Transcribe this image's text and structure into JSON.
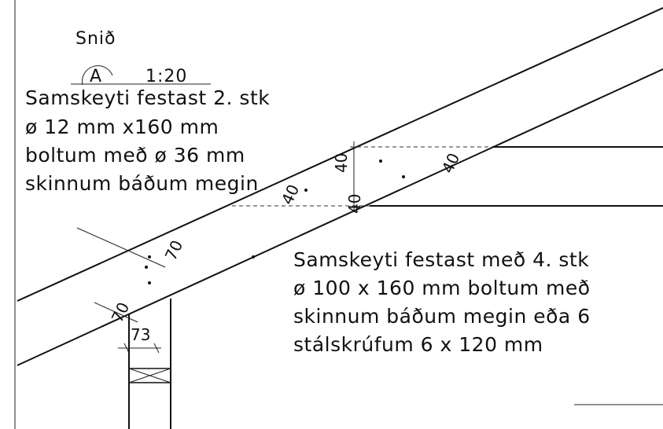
{
  "section_label": "Snið",
  "detail": {
    "marker": "A",
    "scale": "1:20"
  },
  "note_1": [
    "Samskeyti festast 2. stk",
    "ø 12 mm x160 mm",
    "boltum með ø 36 mm",
    "skinnum báðum megin"
  ],
  "note_2": [
    "Samskeyti festast með 4. stk",
    "ø 100 x 160 mm boltum með",
    "skinnum báðum megin eða 6",
    "stálskrúfum 6 x 120 mm"
  ],
  "dimensions": {
    "d40_upper": "40",
    "d40_lower": "40",
    "d40_small": "40",
    "d40_right": "40",
    "d70_upper": "70",
    "d70_lower": "70",
    "d73": "73"
  }
}
